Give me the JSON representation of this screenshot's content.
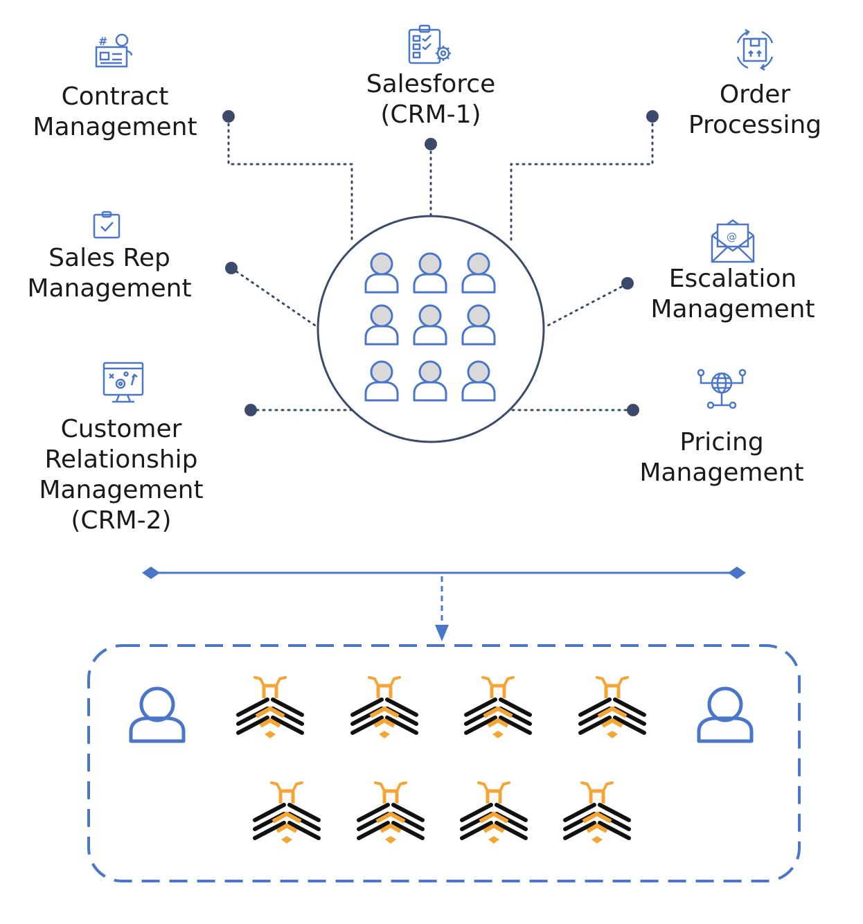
{
  "colors": {
    "navy": "#3b4a6b",
    "blue": "#4a76c9",
    "orange": "#f4a533",
    "black": "#111111",
    "avatar_fill": "#d9d9d9"
  },
  "nodes": [
    {
      "id": "contract",
      "lines": [
        "Contract",
        "Management"
      ],
      "icon": "contract-id-icon"
    },
    {
      "id": "salesforce",
      "lines": [
        "Salesforce",
        "(CRM-1)"
      ],
      "icon": "clipboard-checklist-gear-icon"
    },
    {
      "id": "order",
      "lines": [
        "Order",
        "Processing"
      ],
      "icon": "package-cycle-icon"
    },
    {
      "id": "salesrep",
      "lines": [
        "Sales Rep",
        "Management"
      ],
      "icon": "clipboard-check-icon"
    },
    {
      "id": "escalation",
      "lines": [
        "Escalation",
        "Management"
      ],
      "icon": "email-envelope-icon"
    },
    {
      "id": "crm2",
      "lines": [
        "Customer",
        "Relationship",
        "Management",
        "(CRM-2)"
      ],
      "icon": "monitor-strategy-icon"
    },
    {
      "id": "pricing",
      "lines": [
        "Pricing",
        "Management"
      ],
      "icon": "globe-network-icon"
    }
  ],
  "hub": {
    "icon": "user-group-icon",
    "user_count": 9
  },
  "team": {
    "people_count": 2,
    "bee_count": 8,
    "icons": [
      "person-icon",
      "bee-icon"
    ]
  }
}
